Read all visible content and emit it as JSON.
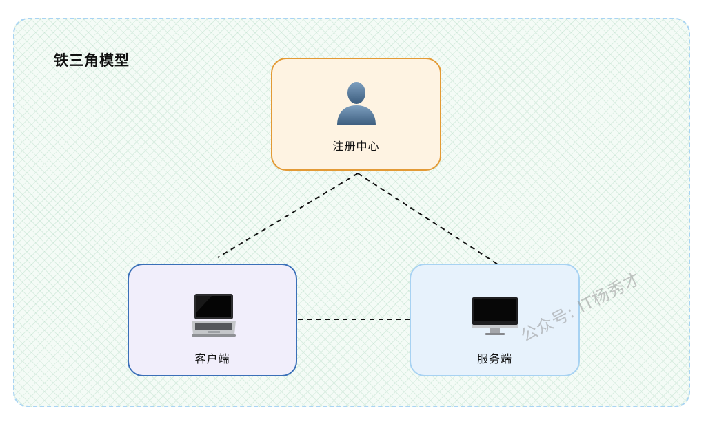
{
  "diagram": {
    "title": "铁三角模型",
    "nodes": {
      "registry": {
        "label": "注册中心",
        "icon": "person-icon",
        "color": "#e39a35"
      },
      "client": {
        "label": "客户端",
        "icon": "laptop-icon",
        "color": "#3a6fb8"
      },
      "server": {
        "label": "服务端",
        "icon": "monitor-icon",
        "color": "#a7d2f2"
      }
    },
    "edges": [
      {
        "from": "registry",
        "to": "client",
        "style": "dashed"
      },
      {
        "from": "registry",
        "to": "server",
        "style": "dashed"
      },
      {
        "from": "client",
        "to": "server",
        "style": "dashed"
      }
    ]
  },
  "watermark": "公众号: IT杨秀才"
}
